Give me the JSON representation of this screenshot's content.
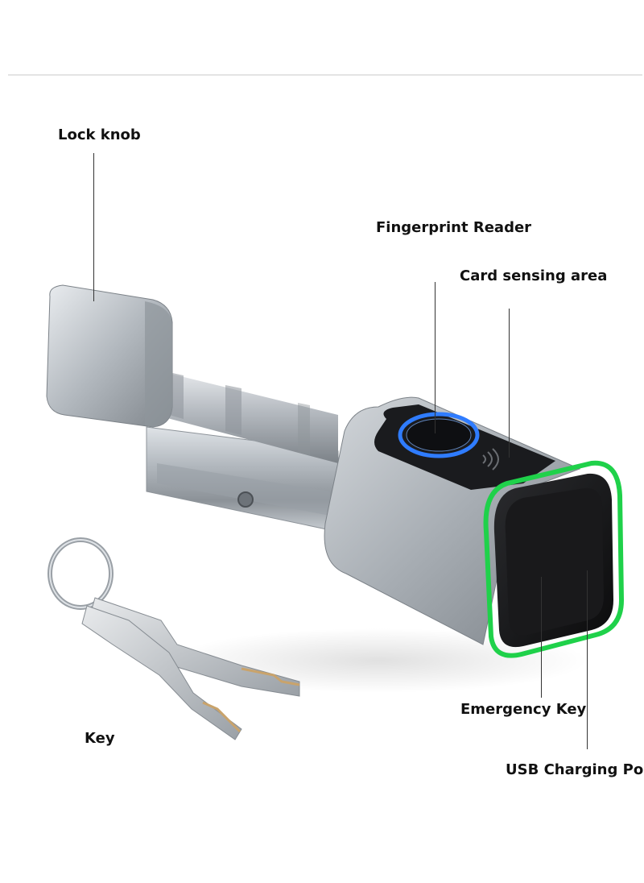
{
  "labels": {
    "lock_knob": "Lock knob",
    "fingerprint_reader": "Fingerprint Reader",
    "card_sensing_area": "Card sensing area",
    "emergency_key": "Emergency Key",
    "usb_charging_port": "USB Charging Port",
    "key": "Key"
  },
  "colors": {
    "accent_ring": "#1fd14a",
    "fingerprint_glow": "#2f7cff",
    "body_metal": "#a9afb5",
    "end_cap": "#141416",
    "background": "#ffffff"
  },
  "icons": {
    "fingerprint": "fingerprint-ring-icon",
    "nfc": "contactless-icon"
  }
}
